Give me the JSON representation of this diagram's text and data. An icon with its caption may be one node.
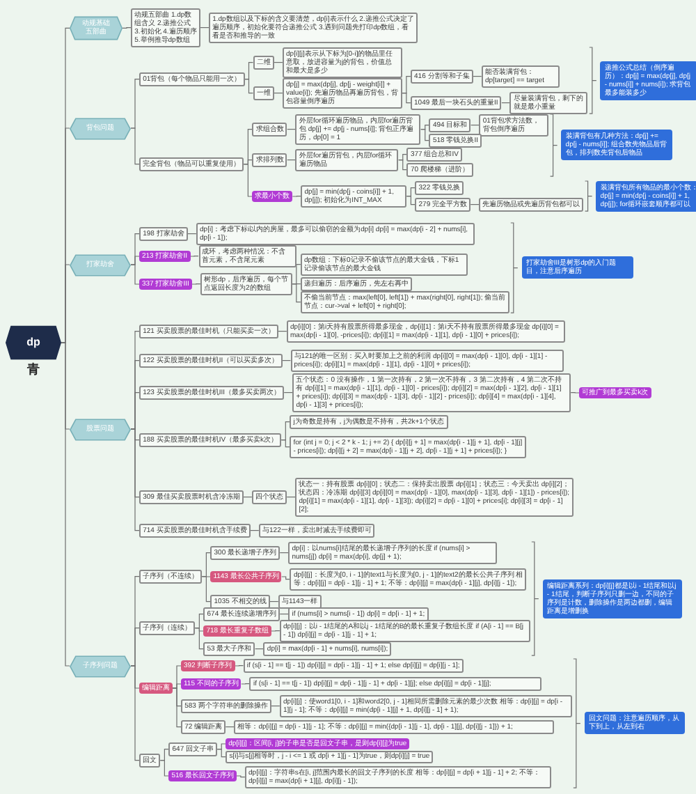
{
  "diagram": {
    "nodes": [
      {
        "text": [
          "dp",
          "青"
        ]
      },
      {
        "text": [
          "动规基础五部曲"
        ]
      },
      {
        "text": [
          "动规五部曲 1.dp数组含义 2.递推公式 3.初始化 4.遍历顺序 5.举例推导dp数组"
        ]
      },
      {
        "text": [
          "1.dp数组以及下标的含义要清楚，dp[i]表示什么 2.递推公式决定了遍历顺序，初始化要符合递推公式 3.遇到问题先打印dp数组，看看是否和推导的一致"
        ]
      },
      {
        "text": [
          "背包问题"
        ]
      },
      {
        "text": [
          "01背包（每个物品只能用一次）"
        ]
      },
      {
        "text": [
          "二维"
        ]
      },
      {
        "text": [
          "dp[i][j]表示从下标为[0-i]的物品里任意取，放进容量为j的背包，价值总和最大是多少"
        ]
      },
      {
        "text": [
          "一维"
        ]
      },
      {
        "text": [
          "dp[j] = max(dp[j], dp[j - weight[i]] + value[i]); 先遍历物品再遍历背包，背包容量倒序遍历"
        ]
      },
      {
        "text": [
          "416 分割等和子集"
        ]
      },
      {
        "text": [
          "能否装满背包：dp[target] == target"
        ]
      },
      {
        "text": [
          "1049 最后一块石头的重量II"
        ]
      },
      {
        "text": [
          "尽量装满背包，剩下的就是最小重量"
        ]
      },
      {
        "text": [
          "递推公式总结（倒序遍历）：dp[j] = max(dp[j], dp[j - nums[i]] + nums[i]); 求背包最多能装多少"
        ]
      },
      {
        "text": [
          "完全背包（物品可以重复使用）"
        ]
      },
      {
        "text": [
          "求组合数"
        ]
      },
      {
        "text": [
          "外层for循环遍历物品，内层for遍历背包 dp[j] += dp[j - nums[i]]; 背包正序遍历，dp[0] = 1"
        ]
      },
      {
        "text": [
          "494 目标和"
        ]
      },
      {
        "text": [
          "01背包求方法数，背包倒序遍历"
        ]
      },
      {
        "text": [
          "518 零钱兑换II"
        ]
      },
      {
        "text": [
          "求排列数"
        ]
      },
      {
        "text": [
          "外层for遍历背包，内层for循环遍历物品"
        ]
      },
      {
        "text": [
          "377 组合总和IV"
        ]
      },
      {
        "text": [
          "70 爬楼梯（进阶）"
        ]
      },
      {
        "text": [
          "求最小个数"
        ]
      },
      {
        "text": [
          "dp[j] = min(dp[j - coins[i]] + 1, dp[j]); 初始化为INT_MAX"
        ]
      },
      {
        "text": [
          "322 零钱兑换"
        ]
      },
      {
        "text": [
          "279 完全平方数"
        ]
      },
      {
        "text": [
          "先遍历物品或先遍历背包都可以"
        ]
      },
      {
        "text": [
          "装满背包有几种方法：dp[j] += dp[j - nums[i]]; 组合数先物品后背包，排列数先背包后物品"
        ]
      },
      {
        "text": [
          "装满背包所有物品的最小个数：dp[j] = min(dp[j - coins[i]] + 1, dp[j]); for循环嵌套顺序都可以"
        ]
      },
      {
        "text": [
          "打家劫舍"
        ]
      },
      {
        "text": [
          "198 打家劫舍"
        ]
      },
      {
        "text": [
          "dp[i]：考虑下标i以内的房屋，最多可以偷窃的金额为dp[i] dp[i] = max(dp[i - 2] + nums[i], dp[i - 1]);"
        ]
      },
      {
        "text": [
          "213 打家劫舍II"
        ]
      },
      {
        "text": [
          "成环，考虑两种情况：不含首元素，不含尾元素"
        ]
      },
      {
        "text": [
          "337 打家劫舍III"
        ]
      },
      {
        "text": [
          "树形dp，后序遍历，每个节点返回长度为2的数组"
        ]
      },
      {
        "text": [
          "dp数组：下标0记录不偷该节点的最大金钱，下标1记录偷该节点的最大金钱"
        ]
      },
      {
        "text": [
          "递归遍历：后序遍历，先左右再中"
        ]
      },
      {
        "text": [
          "不偷当前节点：max(left[0], left[1]) + max(right[0], right[1]); 偷当前节点：cur->val + left[0] + right[0];"
        ]
      },
      {
        "text": [
          "打家劫舍III是树形dp的入门题目，注意后序遍历"
        ]
      },
      {
        "text": [
          "股票问题"
        ]
      },
      {
        "text": [
          "121 买卖股票的最佳时机（只能买卖一次）"
        ]
      },
      {
        "text": [
          "dp[i][0]：第i天持有股票所得最多现金，dp[i][1]：第i天不持有股票所得最多现金 dp[i][0] = max(dp[i - 1][0], -prices[i]); dp[i][1] = max(dp[i - 1][1], dp[i - 1][0] + prices[i]);"
        ]
      },
      {
        "text": [
          "122 买卖股票的最佳时机II（可以买卖多次）"
        ]
      },
      {
        "text": [
          "与121的唯一区别：买入时要加上之前的利润 dp[i][0] = max(dp[i - 1][0], dp[i - 1][1] - prices[i]); dp[i][1] = max(dp[i - 1][1], dp[i - 1][0] + prices[i]);"
        ]
      },
      {
        "text": [
          "123 买卖股票的最佳时机III（最多买卖两次）"
        ]
      },
      {
        "text": [
          "五个状态：0 没有操作，1 第一次持有，2 第一次不持有，3 第二次持有，4 第二次不持有 dp[i][1] = max(dp[i - 1][1], dp[i - 1][0] - prices[i]); dp[i][2] = max(dp[i - 1][2], dp[i - 1][1] + prices[i]); dp[i][3] = max(dp[i - 1][3], dp[i - 1][2] - prices[i]); dp[i][4] = max(dp[i - 1][4], dp[i - 1][3] + prices[i]);"
        ]
      },
      {
        "text": [
          "可推广到最多买卖k次"
        ]
      },
      {
        "text": [
          "188 买卖股票的最佳时机IV（最多买卖k次）"
        ]
      },
      {
        "text": [
          "j为奇数是持有，j为偶数是不持有，共2k+1个状态"
        ]
      },
      {
        "text": [
          "for (int j = 0; j < 2 * k - 1; j += 2) { dp[i][j + 1] = max(dp[i - 1][j + 1], dp[i - 1][j] - prices[i]); dp[i][j + 2] = max(dp[i - 1][j + 2], dp[i - 1][j + 1] + prices[i]); }"
        ]
      },
      {
        "text": [
          "309 最佳买卖股票时机含冷冻期"
        ]
      },
      {
        "text": [
          "四个状态"
        ]
      },
      {
        "text": [
          "状态一：持有股票 dp[i][0]；状态二：保持卖出股票 dp[i][1]；状态三：今天卖出 dp[i][2]；状态四：冷冻期 dp[i][3] dp[i][0] = max(dp[i - 1][0], max(dp[i - 1][3], dp[i - 1][1]) - prices[i]); dp[i][1] = max(dp[i - 1][1], dp[i - 1][3]); dp[i][2] = dp[i - 1][0] + prices[i]; dp[i][3] = dp[i - 1][2];"
        ]
      },
      {
        "text": [
          "714 买卖股票的最佳时机含手续费"
        ]
      },
      {
        "text": [
          "与122一样，卖出时减去手续费即可"
        ]
      },
      {
        "text": [
          "子序列问题"
        ]
      },
      {
        "text": [
          "子序列（不连续）"
        ]
      },
      {
        "text": [
          "300 最长递增子序列"
        ]
      },
      {
        "text": [
          "dp[i]：以nums[i]结尾的最长递增子序列的长度 if (nums[i] > nums[j]) dp[i] = max(dp[i], dp[j] + 1);"
        ]
      },
      {
        "text": [
          "1143 最长公共子序列"
        ]
      },
      {
        "text": [
          "dp[i][j]：长度为[0, i - 1]的text1与长度为[0, j - 1]的text2的最长公共子序列 相等：dp[i][j] = dp[i - 1][j - 1] + 1; 不等：dp[i][j] = max(dp[i - 1][j], dp[i][j - 1]);"
        ]
      },
      {
        "text": [
          "1035 不相交的线"
        ]
      },
      {
        "text": [
          "与1143一样"
        ]
      },
      {
        "text": [
          "子序列（连续）"
        ]
      },
      {
        "text": [
          "674 最长连续递增序列"
        ]
      },
      {
        "text": [
          "if (nums[i] > nums[i - 1]) dp[i] = dp[i - 1] + 1;"
        ]
      },
      {
        "text": [
          "718 最长重复子数组"
        ]
      },
      {
        "text": [
          "dp[i][j]：以i - 1结尾的A和以j - 1结尾的B的最长重复子数组长度 if (A[i - 1] == B[j - 1]) dp[i][j] = dp[i - 1][j - 1] + 1;"
        ]
      },
      {
        "text": [
          "53 最大子序和"
        ]
      },
      {
        "text": [
          "dp[i] = max(dp[i - 1] + nums[i], nums[i]);"
        ]
      },
      {
        "text": [
          "编辑距离"
        ]
      },
      {
        "text": [
          "392 判断子序列"
        ]
      },
      {
        "text": [
          "if (s[i - 1] == t[j - 1]) dp[i][j] = dp[i - 1][j - 1] + 1; else dp[i][j] = dp[i][j - 1];"
        ]
      },
      {
        "text": [
          "115 不同的子序列"
        ]
      },
      {
        "text": [
          "if (s[i - 1] == t[j - 1]) dp[i][j] = dp[i - 1][j - 1] + dp[i - 1][j]; else dp[i][j] = dp[i - 1][j];"
        ]
      },
      {
        "text": [
          "583 两个字符串的删除操作"
        ]
      },
      {
        "text": [
          "dp[i][j]：使word1[0, i - 1]和word2[0, j - 1]相同所需删除元素的最少次数 相等：dp[i][j] = dp[i - 1][j - 1]; 不等：dp[i][j] = min(dp[i - 1][j] + 1, dp[i][j - 1] + 1);"
        ]
      },
      {
        "text": [
          "72 编辑距离"
        ]
      },
      {
        "text": [
          "相等：dp[i][j] = dp[i - 1][j - 1]; 不等：dp[i][j] = min({dp[i - 1][j - 1], dp[i - 1][j], dp[i][j - 1]}) + 1;"
        ]
      },
      {
        "text": [
          "回文"
        ]
      },
      {
        "text": [
          "647 回文子串"
        ]
      },
      {
        "text": [
          "dp[i][j]：区间[i, j]的子串是否是回文子串，是则dp[i][j]为true"
        ]
      },
      {
        "text": [
          "s[i]与s[j]相等时，j - i <= 1 或 dp[i + 1][j - 1]为true，则dp[i][j] = true"
        ]
      },
      {
        "text": [
          "516 最长回文子序列"
        ]
      },
      {
        "text": [
          "dp[i][j]：字符串s在[i, j]范围内最长的回文子序列的长度 相等：dp[i][j] = dp[i + 1][j - 1] + 2; 不等：dp[i][j] = max(dp[i + 1][j], dp[i][j - 1]);"
        ]
      },
      {
        "text": [
          "编辑距离系列：dp[i][j]都是以i - 1结尾和以j - 1结尾，判断子序列只删一边，不同的子序列是计数，删除操作是两边都删，编辑距离是增删换"
        ]
      },
      {
        "text": [
          "回文问题：注意遍历顺序，从下到上，从左到右"
        ]
      }
    ],
    "edges": [
      {
        "from": 0,
        "to": 1,
        "arrow": "none"
      },
      {
        "from": 0,
        "to": 4,
        "arrow": "none"
      },
      {
        "from": 0,
        "to": 32,
        "arrow": "none"
      },
      {
        "from": 0,
        "to": 43,
        "arrow": "none"
      },
      {
        "from": 0,
        "to": 59,
        "arrow": "none"
      },
      {
        "from": 1,
        "to": 2,
        "arrow": "none"
      },
      {
        "from": 2,
        "to": 3,
        "arrow": "none"
      },
      {
        "from": 4,
        "to": 5,
        "arrow": "none"
      },
      {
        "from": 4,
        "to": 15,
        "arrow": "none"
      },
      {
        "from": 5,
        "to": 6,
        "arrow": "none"
      },
      {
        "from": 5,
        "to": 8,
        "arrow": "none"
      },
      {
        "from": 6,
        "to": 7,
        "arrow": "none"
      },
      {
        "from": 8,
        "to": 9,
        "arrow": "none"
      },
      {
        "from": 9,
        "to": 10,
        "arrow": "none"
      },
      {
        "from": 9,
        "to": 12,
        "arrow": "none"
      },
      {
        "from": 10,
        "to": 11,
        "arrow": "none"
      },
      {
        "from": 12,
        "to": 13,
        "arrow": "none"
      },
      {
        "from": 15,
        "to": 16,
        "arrow": "none"
      },
      {
        "from": 15,
        "to": 21,
        "arrow": "none"
      },
      {
        "from": 15,
        "to": 25,
        "arrow": "none"
      },
      {
        "from": 16,
        "to": 17,
        "arrow": "none"
      },
      {
        "from": 17,
        "to": 18,
        "arrow": "none"
      },
      {
        "from": 17,
        "to": 20,
        "arrow": "none"
      },
      {
        "from": 18,
        "to": 19,
        "arrow": "none"
      },
      {
        "from": 21,
        "to": 22,
        "arrow": "none"
      },
      {
        "from": 22,
        "to": 23,
        "arrow": "none"
      },
      {
        "from": 22,
        "to": 24,
        "arrow": "none"
      },
      {
        "from": 25,
        "to": 26,
        "arrow": "none"
      },
      {
        "from": 26,
        "to": 27,
        "arrow": "none"
      },
      {
        "from": 26,
        "to": 28,
        "arrow": "none"
      },
      {
        "from": 28,
        "to": 29,
        "arrow": "none"
      },
      {
        "from": 32,
        "to": 33,
        "arrow": "none"
      },
      {
        "from": 32,
        "to": 35,
        "arrow": "none"
      },
      {
        "from": 32,
        "to": 37,
        "arrow": "none"
      },
      {
        "from": 33,
        "to": 34,
        "arrow": "none"
      },
      {
        "from": 35,
        "to": 36,
        "arrow": "none"
      },
      {
        "from": 37,
        "to": 38,
        "arrow": "none"
      },
      {
        "from": 38,
        "to": 39,
        "arrow": "none"
      },
      {
        "from": 38,
        "to": 40,
        "arrow": "none"
      },
      {
        "from": 38,
        "to": 41,
        "arrow": "none"
      },
      {
        "from": 43,
        "to": 44,
        "arrow": "none"
      },
      {
        "from": 43,
        "to": 46,
        "arrow": "none"
      },
      {
        "from": 43,
        "to": 48,
        "arrow": "none"
      },
      {
        "from": 43,
        "to": 51,
        "arrow": "none"
      },
      {
        "from": 43,
        "to": 54,
        "arrow": "none"
      },
      {
        "from": 43,
        "to": 57,
        "arrow": "none"
      },
      {
        "from": 44,
        "to": 45,
        "arrow": "none"
      },
      {
        "from": 46,
        "to": 47,
        "arrow": "none"
      },
      {
        "from": 48,
        "to": 49,
        "arrow": "none"
      },
      {
        "from": 49,
        "to": 50,
        "arrow": "none"
      },
      {
        "from": 51,
        "to": 52,
        "arrow": "none"
      },
      {
        "from": 51,
        "to": 53,
        "arrow": "none"
      },
      {
        "from": 54,
        "to": 55,
        "arrow": "none"
      },
      {
        "from": 55,
        "to": 56,
        "arrow": "none"
      },
      {
        "from": 57,
        "to": 58,
        "arrow": "none"
      },
      {
        "from": 59,
        "to": 60,
        "arrow": "none"
      },
      {
        "from": 59,
        "to": 67,
        "arrow": "none"
      },
      {
        "from": 59,
        "to": 74,
        "arrow": "none"
      },
      {
        "from": 59,
        "to": 83,
        "arrow": "none"
      },
      {
        "from": 60,
        "to": 61,
        "arrow": "none"
      },
      {
        "from": 60,
        "to": 63,
        "arrow": "none"
      },
      {
        "from": 60,
        "to": 65,
        "arrow": "none"
      },
      {
        "from": 61,
        "to": 62,
        "arrow": "none"
      },
      {
        "from": 63,
        "to": 64,
        "arrow": "none"
      },
      {
        "from": 65,
        "to": 66,
        "arrow": "none"
      },
      {
        "from": 67,
        "to": 68,
        "arrow": "none"
      },
      {
        "from": 67,
        "to": 70,
        "arrow": "none"
      },
      {
        "from": 67,
        "to": 72,
        "arrow": "none"
      },
      {
        "from": 68,
        "to": 69,
        "arrow": "none"
      },
      {
        "from": 70,
        "to": 71,
        "arrow": "none"
      },
      {
        "from": 72,
        "to": 73,
        "arrow": "none"
      },
      {
        "from": 74,
        "to": 75,
        "arrow": "none"
      },
      {
        "from": 74,
        "to": 77,
        "arrow": "none"
      },
      {
        "from": 74,
        "to": 79,
        "arrow": "none"
      },
      {
        "from": 74,
        "to": 81,
        "arrow": "none"
      },
      {
        "from": 75,
        "to": 76,
        "arrow": "none"
      },
      {
        "from": 77,
        "to": 78,
        "arrow": "none"
      },
      {
        "from": 79,
        "to": 80,
        "arrow": "none"
      },
      {
        "from": 81,
        "to": 82,
        "arrow": "none"
      },
      {
        "from": 83,
        "to": 84,
        "arrow": "none"
      },
      {
        "from": 83,
        "to": 87,
        "arrow": "none"
      },
      {
        "from": 84,
        "to": 85,
        "arrow": "none"
      },
      {
        "from": 84,
        "to": 86,
        "arrow": "none"
      },
      {
        "from": 87,
        "to": 88,
        "arrow": "none"
      }
    ]
  }
}
